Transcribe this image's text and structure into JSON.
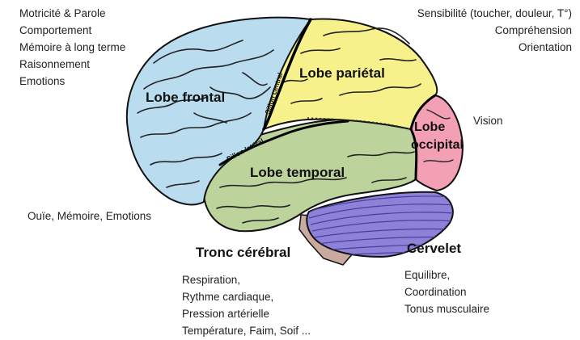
{
  "functions": {
    "frontal": [
      "Motricité & Parole",
      "Comportement",
      "Mémoire à long terme",
      "Raisonnement",
      "Emotions"
    ],
    "parietal": [
      "Sensibilité (toucher, douleur, T°)",
      "Compréhension",
      "Orientation"
    ],
    "occipital": "Vision",
    "temporal": "Ouïe, Mémoire, Emotions",
    "brainstem": [
      "Respiration,",
      "Rythme cardiaque,",
      "Pression artérielle",
      "Température, Faim, Soif ..."
    ],
    "cerebellum": [
      "Equilibre,",
      "Coordination",
      "Tonus musculaire"
    ]
  },
  "lobes": {
    "frontal": "Lobe frontal",
    "parietal": "Lobe pariétal",
    "occipital_line1": "Lobe",
    "occipital_line2": "occipital",
    "temporal": "Lobe temporal"
  },
  "sulci": {
    "central": "Sillon central",
    "lateral": "Sillon latéral"
  },
  "structures": {
    "brainstem": "Tronc cérébral",
    "cerebellum": "Cervelet"
  },
  "colors": {
    "frontal": "#b9dcef",
    "parietal": "#f6f18a",
    "occipital": "#f3a0b4",
    "temporal": "#bcd39c",
    "cerebellum": "#8d82d8",
    "brainstem": "#c9a9a0",
    "outline": "#111111"
  }
}
